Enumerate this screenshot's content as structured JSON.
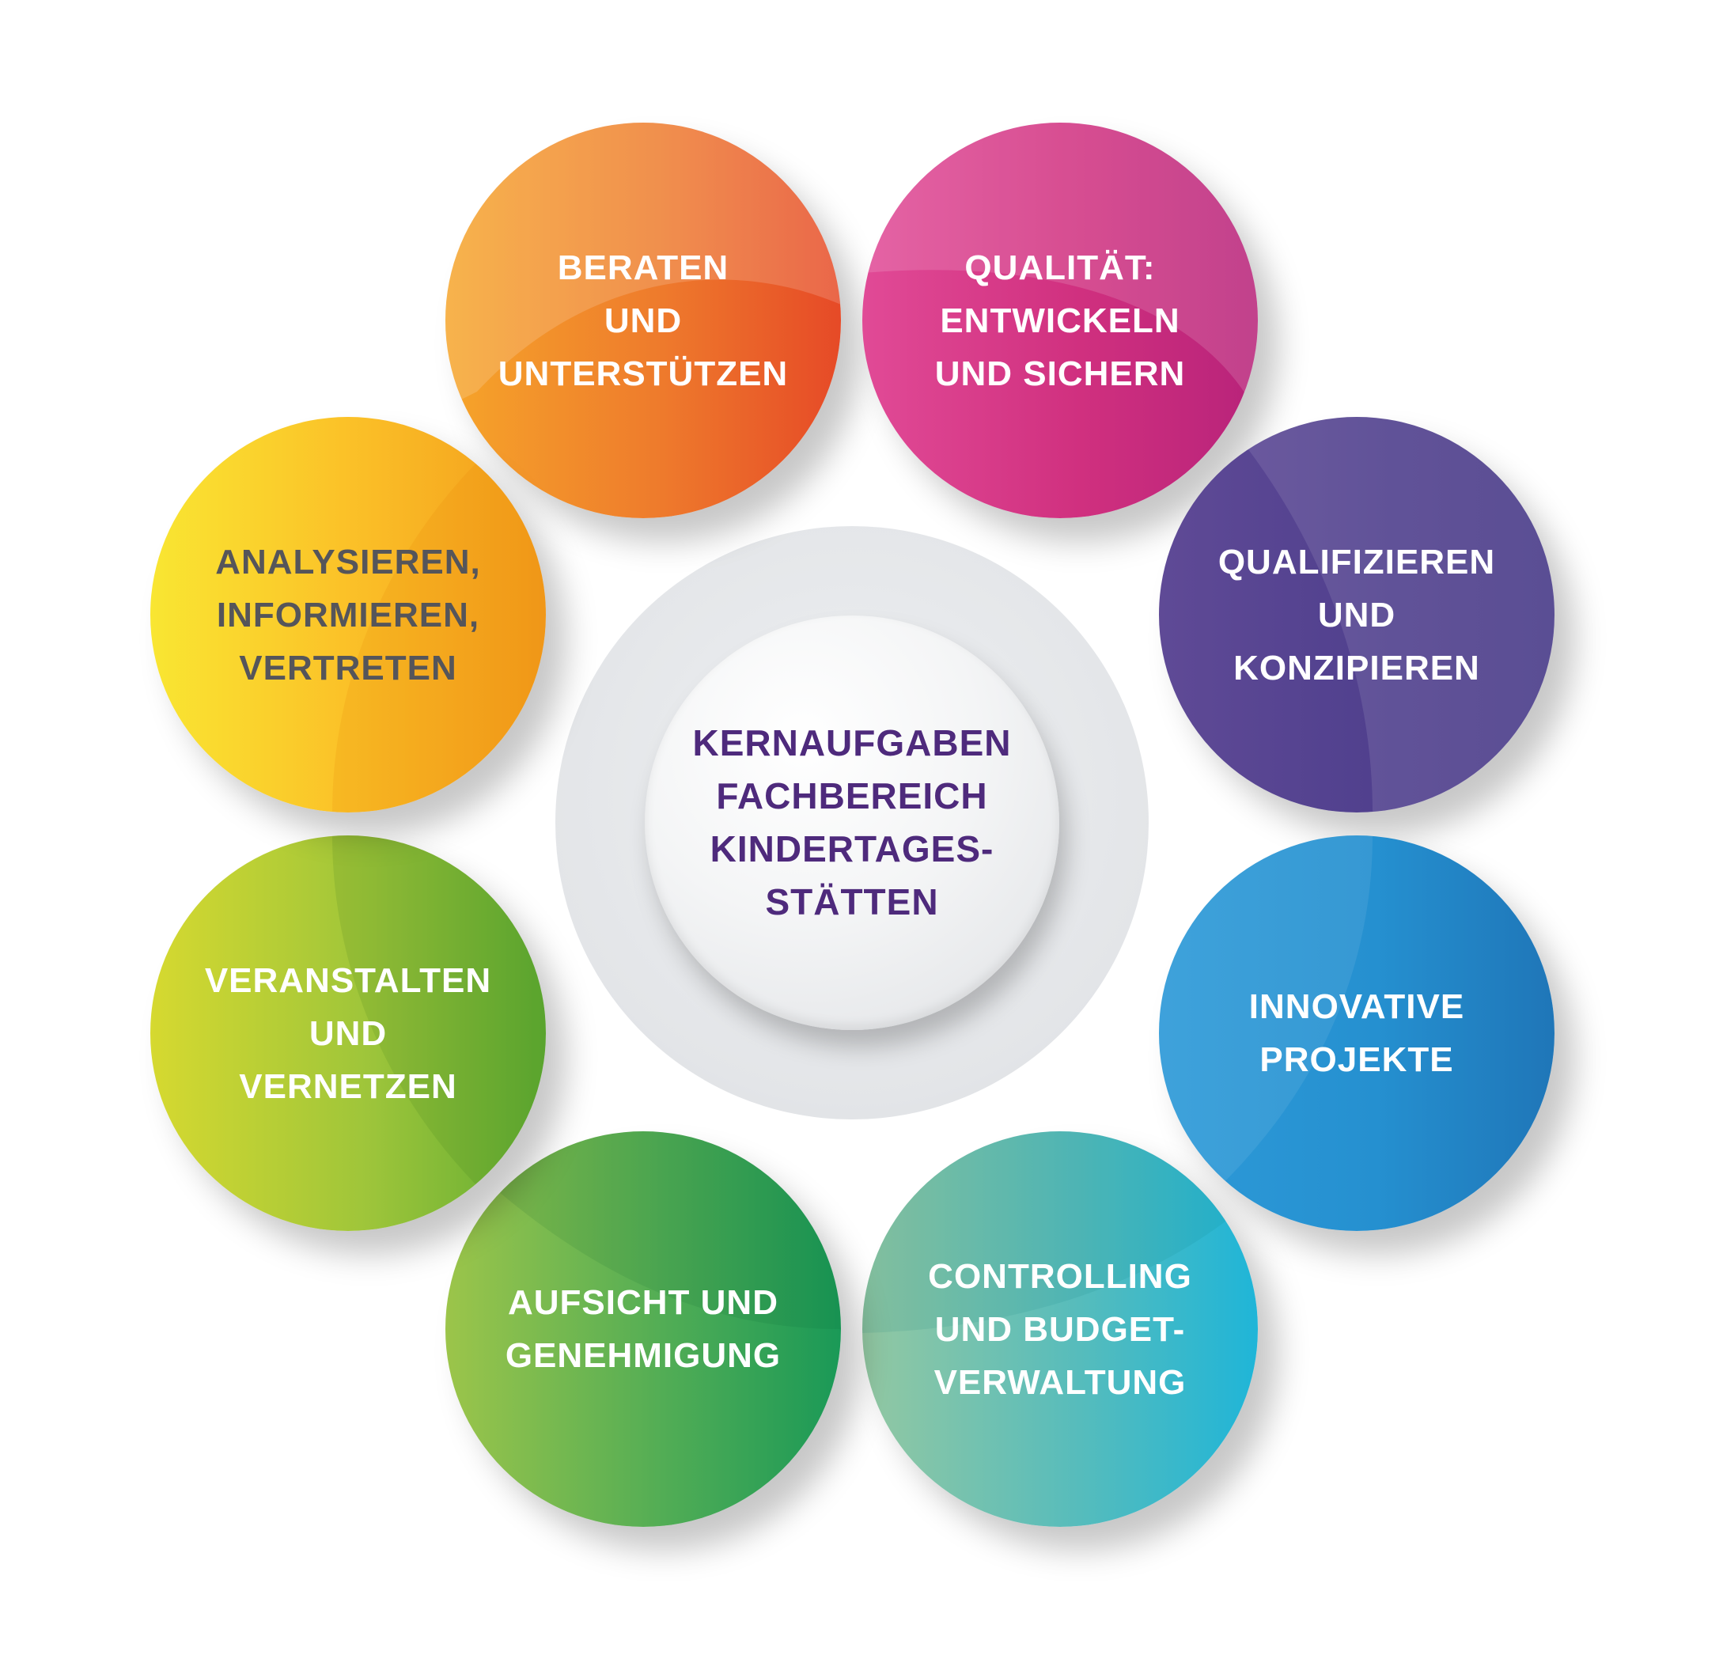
{
  "center": {
    "lines": [
      "KERNAUFGABEN",
      "FACHBEREICH",
      "KINDERTAGES-",
      "STÄTTEN"
    ]
  },
  "nodes": [
    {
      "id": "beraten",
      "lines": [
        "BERATEN",
        "UND",
        "UNTERSTÜTZEN"
      ],
      "color": "#e85b26"
    },
    {
      "id": "qualitaet",
      "lines": [
        "QUALITÄT:",
        "ENTWICKELN",
        "UND SICHERN"
      ],
      "color": "#cf2d83"
    },
    {
      "id": "qualifizieren",
      "lines": [
        "QUALIFIZIEREN",
        "UND",
        "KONZIPIEREN"
      ],
      "color": "#4f3f8d"
    },
    {
      "id": "innovative",
      "lines": [
        "INNOVATIVE",
        "PROJEKTE"
      ],
      "color": "#2590d0"
    },
    {
      "id": "controlling",
      "lines": [
        "CONTROLLING",
        "UND BUDGET-",
        "VERWALTUNG"
      ],
      "color": "#36bccb"
    },
    {
      "id": "aufsicht",
      "lines": [
        "AUFSICHT UND",
        "GENEHMIGUNG"
      ],
      "color": "#3fa857"
    },
    {
      "id": "veranstalten",
      "lines": [
        "VERANSTALTEN",
        "UND",
        "VERNETZEN"
      ],
      "color": "#8fc03a"
    },
    {
      "id": "analysieren",
      "lines": [
        "ANALYSIEREN,",
        "INFORMIEREN,",
        "VERTRETEN"
      ],
      "color": "#f8b62a"
    }
  ],
  "colors": {
    "center_text": "#4e2a7c",
    "analysieren_text": "#55555a"
  }
}
